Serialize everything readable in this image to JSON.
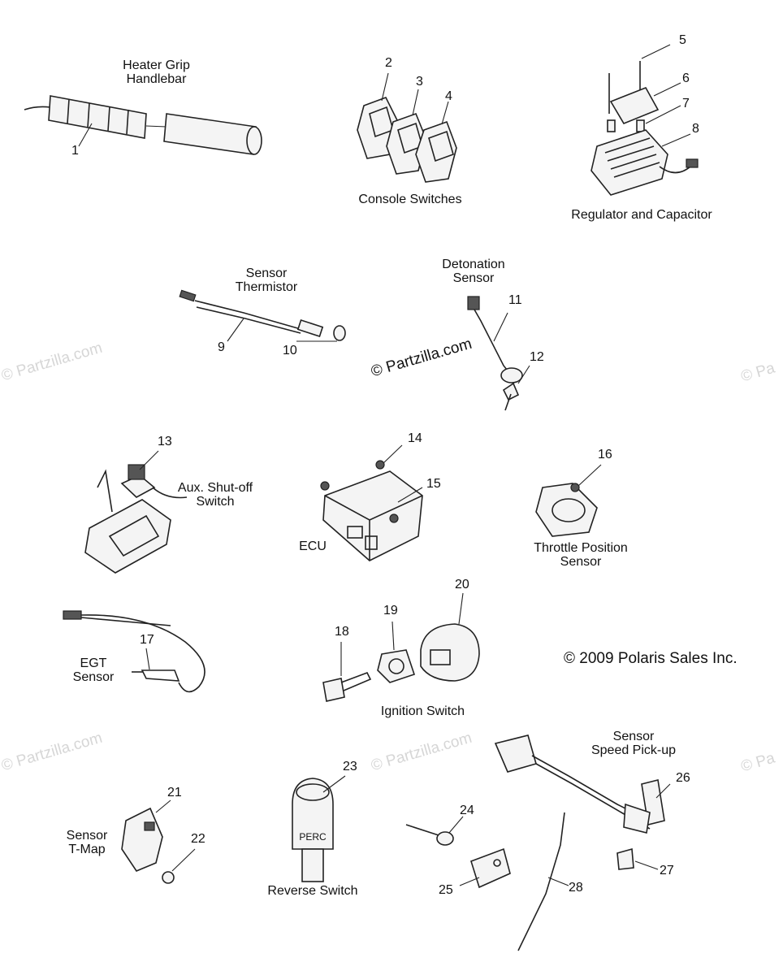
{
  "labels": {
    "heater_grip": "Heater Grip\nHandlebar",
    "console_switches": "Console Switches",
    "regulator": "Regulator and Capacitor",
    "sensor_thermistor": "Sensor\nThermistor",
    "detonation_sensor": "Detonation\nSensor",
    "aux_shutoff": "Aux. Shut-off\nSwitch",
    "ecu": "ECU",
    "throttle_position": "Throttle Position\nSensor",
    "egt_sensor": "EGT\nSensor",
    "ignition_switch": "Ignition Switch",
    "speed_pickup": "Sensor\nSpeed Pick-up",
    "tmap": "Sensor\nT-Map",
    "reverse_switch": "Reverse Switch",
    "perc": "PERC"
  },
  "copyright": "© 2009 Polaris Sales Inc.",
  "watermark": "© Partzilla.com",
  "watermark_partial": "© Pa",
  "callouts": [
    "1",
    "2",
    "3",
    "4",
    "5",
    "6",
    "7",
    "8",
    "9",
    "10",
    "11",
    "12",
    "13",
    "14",
    "15",
    "16",
    "17",
    "18",
    "19",
    "20",
    "21",
    "22",
    "23",
    "24",
    "25",
    "26",
    "27",
    "28"
  ]
}
